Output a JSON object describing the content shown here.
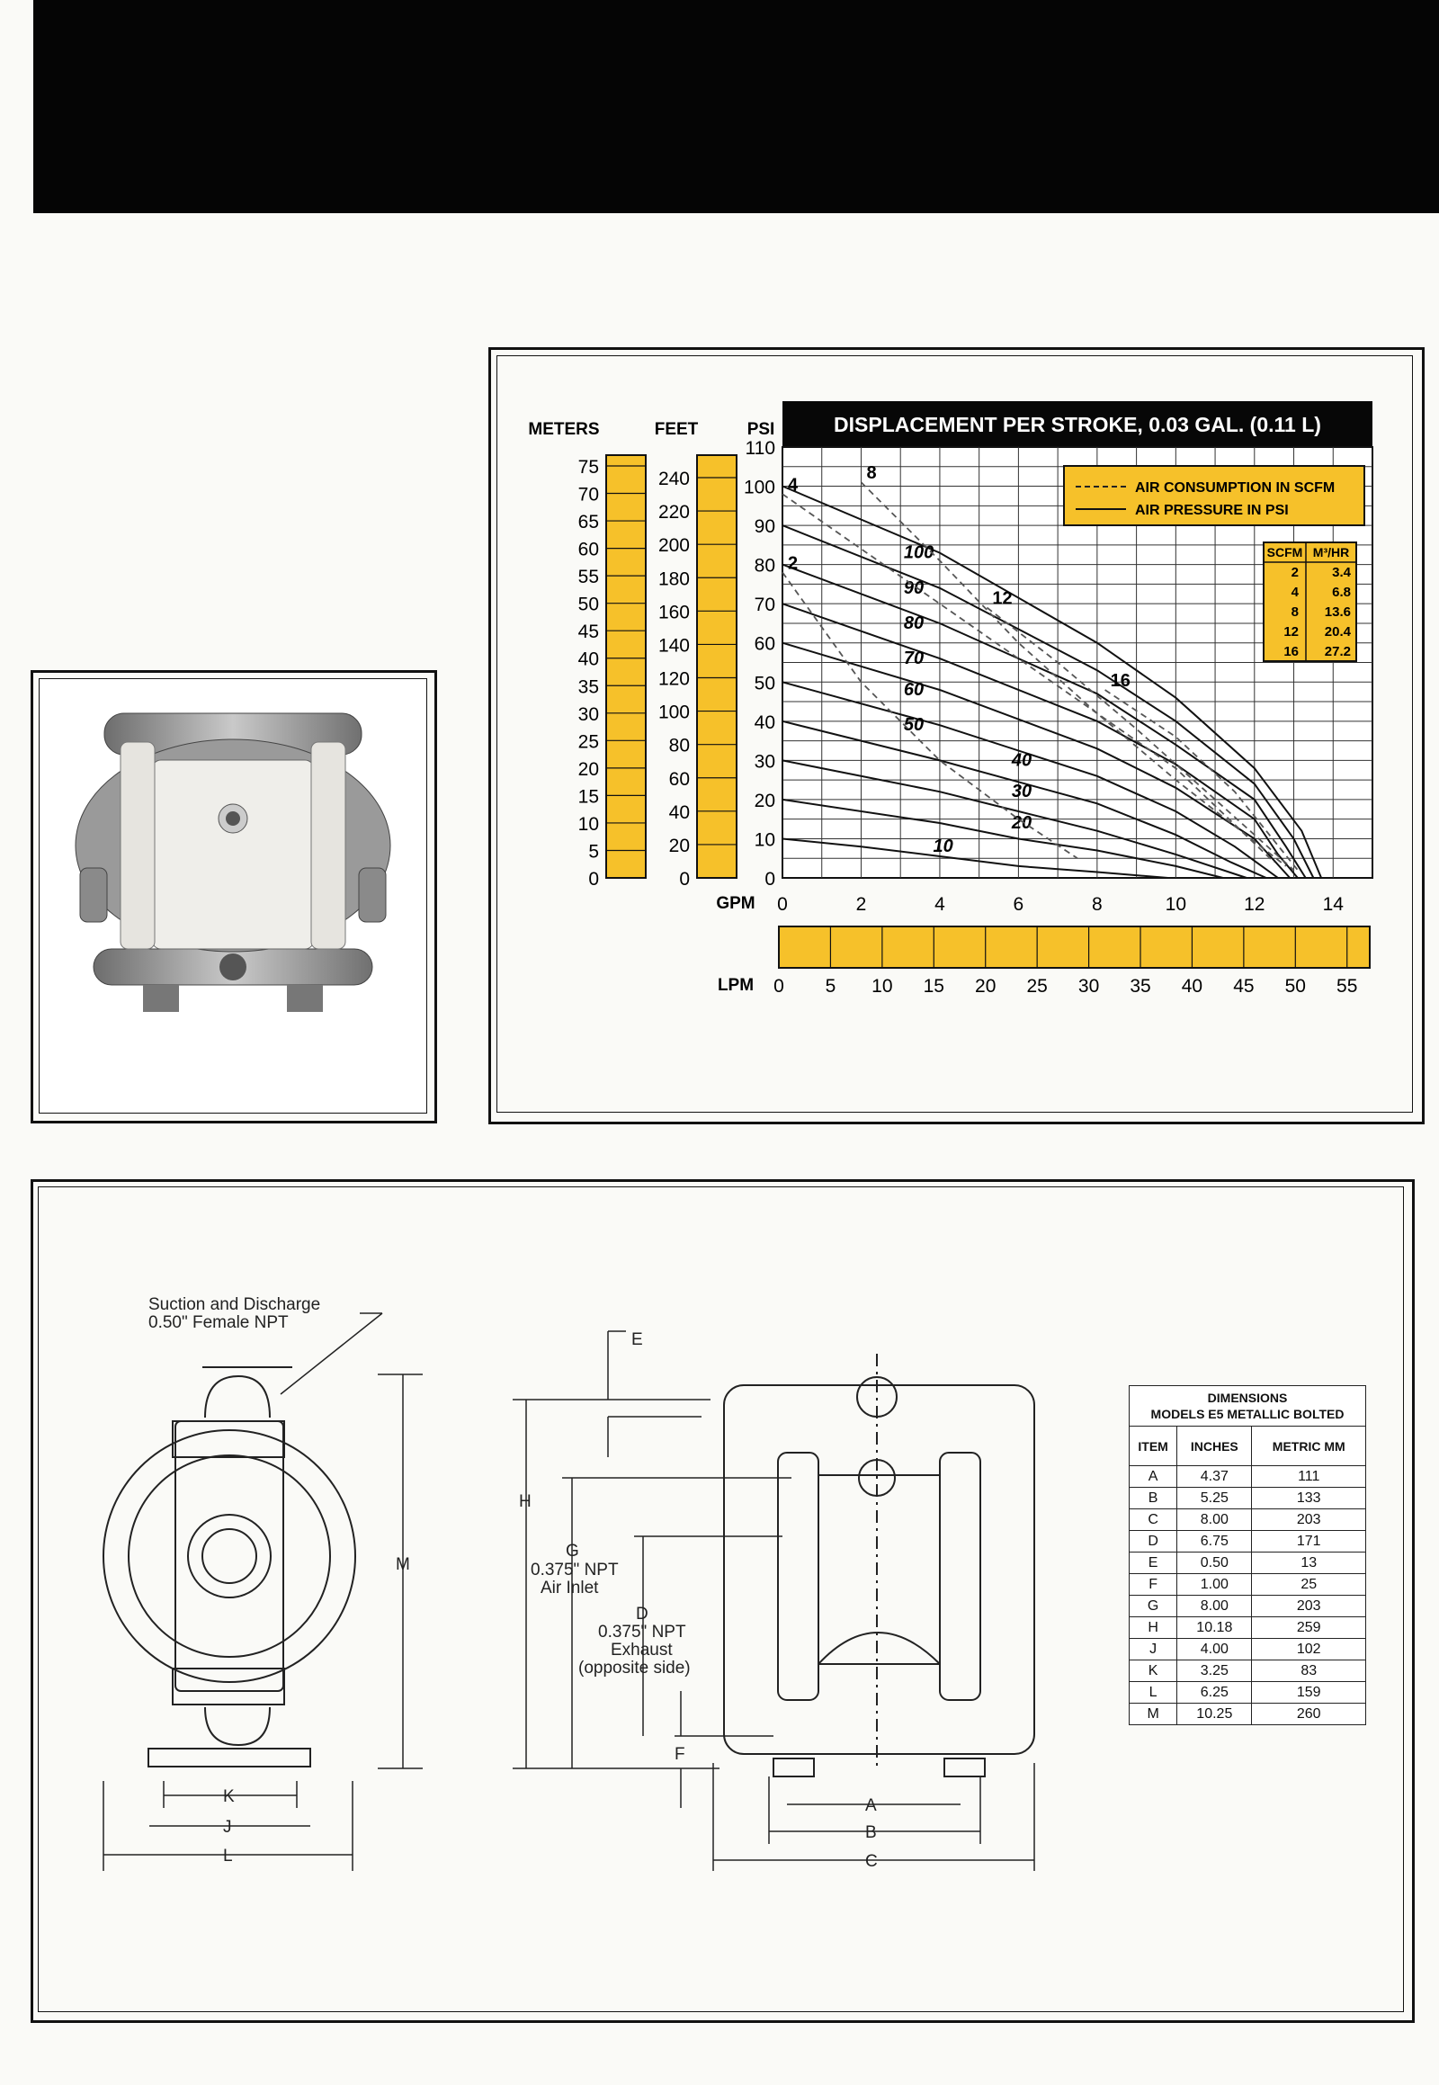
{
  "chart_data": {
    "type": "line",
    "title": "DISPLACEMENT PER STROKE, 0.03 GAL. (0.11 L)",
    "xlabel": "GPM",
    "xlabel_secondary": "LPM",
    "ylabel": "PSI",
    "ylabel_secondary": [
      "METERS",
      "FEET"
    ],
    "xlim": [
      0,
      15
    ],
    "ylim": [
      0,
      110
    ],
    "x_ticks": [
      "0",
      "2",
      "4",
      "6",
      "8",
      "10",
      "12",
      "14"
    ],
    "y_ticks": [
      "0",
      "10",
      "20",
      "30",
      "40",
      "50",
      "60",
      "70",
      "80",
      "90",
      "100",
      "110"
    ],
    "lpm_ticks": [
      "0",
      "5",
      "10",
      "15",
      "20",
      "25",
      "30",
      "35",
      "40",
      "45",
      "50",
      "55"
    ],
    "meters_ticks": [
      "0",
      "5",
      "10",
      "15",
      "20",
      "25",
      "30",
      "35",
      "40",
      "45",
      "50",
      "55",
      "60",
      "65",
      "70",
      "75"
    ],
    "feet_ticks": [
      "0",
      "20",
      "40",
      "60",
      "80",
      "100",
      "120",
      "140",
      "160",
      "180",
      "200",
      "220",
      "240"
    ],
    "legend": {
      "placement": "top-right",
      "items": [
        {
          "label": "AIR CONSUMPTION IN SCFM",
          "style": "dashed"
        },
        {
          "label": "AIR PRESSURE IN PSI",
          "style": "solid"
        }
      ]
    },
    "conversion_table": {
      "headers": [
        "SCFM",
        "M³/HR"
      ],
      "rows": [
        [
          "2",
          "3.4"
        ],
        [
          "4",
          "6.8"
        ],
        [
          "8",
          "13.6"
        ],
        [
          "12",
          "20.4"
        ],
        [
          "16",
          "27.2"
        ]
      ]
    },
    "series": [
      {
        "name": "100",
        "x": [
          0,
          4,
          8,
          10,
          12,
          13.2,
          13.7
        ],
        "y": [
          100,
          83,
          60,
          46,
          28,
          12,
          0
        ]
      },
      {
        "name": "90",
        "x": [
          0,
          4,
          8,
          10,
          12,
          13.0,
          13.5
        ],
        "y": [
          90,
          74,
          53,
          40,
          24,
          10,
          0
        ]
      },
      {
        "name": "80",
        "x": [
          0,
          4,
          8,
          10,
          12,
          12.8,
          13.3
        ],
        "y": [
          80,
          65,
          47,
          34,
          20,
          8,
          0
        ]
      },
      {
        "name": "70",
        "x": [
          0,
          4,
          8,
          10,
          12,
          12.6,
          13.1
        ],
        "y": [
          70,
          56,
          40,
          29,
          15,
          6,
          0
        ]
      },
      {
        "name": "60",
        "x": [
          0,
          4,
          8,
          10,
          12,
          12.9
        ],
        "y": [
          60,
          48,
          33,
          23,
          10,
          0
        ]
      },
      {
        "name": "50",
        "x": [
          0,
          4,
          8,
          10,
          11.5,
          12.6
        ],
        "y": [
          50,
          39,
          26,
          17,
          8,
          0
        ]
      },
      {
        "name": "40",
        "x": [
          0,
          4,
          8,
          10,
          11.4,
          12.3
        ],
        "y": [
          40,
          30,
          19,
          11,
          4,
          0
        ]
      },
      {
        "name": "30",
        "x": [
          0,
          4,
          6,
          8,
          10,
          11.8
        ],
        "y": [
          30,
          22,
          17,
          12,
          6,
          0
        ]
      },
      {
        "name": "20",
        "x": [
          0,
          4,
          6,
          8,
          10,
          11.2
        ],
        "y": [
          20,
          14,
          10,
          7,
          3,
          0
        ]
      },
      {
        "name": "10",
        "x": [
          0,
          2,
          4,
          6,
          8,
          9.8
        ],
        "y": [
          10,
          8,
          5.5,
          3,
          1.5,
          0
        ]
      }
    ],
    "air_consumption_series": [
      {
        "name": "2",
        "x": [
          0,
          2,
          4,
          6,
          7.5
        ],
        "y": [
          78,
          50,
          30,
          15,
          5
        ]
      },
      {
        "name": "4",
        "x": [
          0,
          4,
          8,
          10,
          12.5
        ],
        "y": [
          98,
          70,
          42,
          28,
          4
        ]
      },
      {
        "name": "8",
        "x": [
          2,
          4,
          6,
          8,
          10,
          12.8
        ],
        "y": [
          101,
          81,
          60,
          42,
          25,
          3
        ]
      },
      {
        "name": "12",
        "x": [
          5.2,
          7,
          9,
          11,
          13.0
        ],
        "y": [
          69,
          55,
          38,
          20,
          2
        ]
      },
      {
        "name": "16",
        "x": [
          8.2,
          10,
          11.5,
          13.1
        ],
        "y": [
          48,
          36,
          22,
          2
        ]
      }
    ]
  },
  "drawing": {
    "suction_label_1": "Suction and Discharge",
    "suction_label_2": "0.50\" Female NPT",
    "air_inlet_1": "0.375\" NPT",
    "air_inlet_2": "Air Inlet",
    "exhaust_1": "0.375\" NPT",
    "exhaust_2": "Exhaust",
    "exhaust_3": "(opposite side)",
    "letters": {
      "A": "A",
      "B": "B",
      "C": "C",
      "D": "D",
      "E": "E",
      "F": "F",
      "G": "G",
      "H": "H",
      "J": "J",
      "K": "K",
      "L": "L",
      "M": "M"
    }
  },
  "dimensions_table": {
    "title_1": "DIMENSIONS",
    "title_2": "MODELS E5 METALLIC BOLTED",
    "headers": [
      "ITEM",
      "INCHES",
      "METRIC MM"
    ],
    "rows": [
      [
        "A",
        "4.37",
        "111"
      ],
      [
        "B",
        "5.25",
        "133"
      ],
      [
        "C",
        "8.00",
        "203"
      ],
      [
        "D",
        "6.75",
        "171"
      ],
      [
        "E",
        "0.50",
        "13"
      ],
      [
        "F",
        "1.00",
        "25"
      ],
      [
        "G",
        "8.00",
        "203"
      ],
      [
        "H",
        "10.18",
        "259"
      ],
      [
        "J",
        "4.00",
        "102"
      ],
      [
        "K",
        "3.25",
        "83"
      ],
      [
        "L",
        "6.25",
        "159"
      ],
      [
        "M",
        "10.25",
        "260"
      ]
    ]
  },
  "colors": {
    "accent": "#f6c12a",
    "ink": "#111111",
    "banner": "#050505"
  }
}
